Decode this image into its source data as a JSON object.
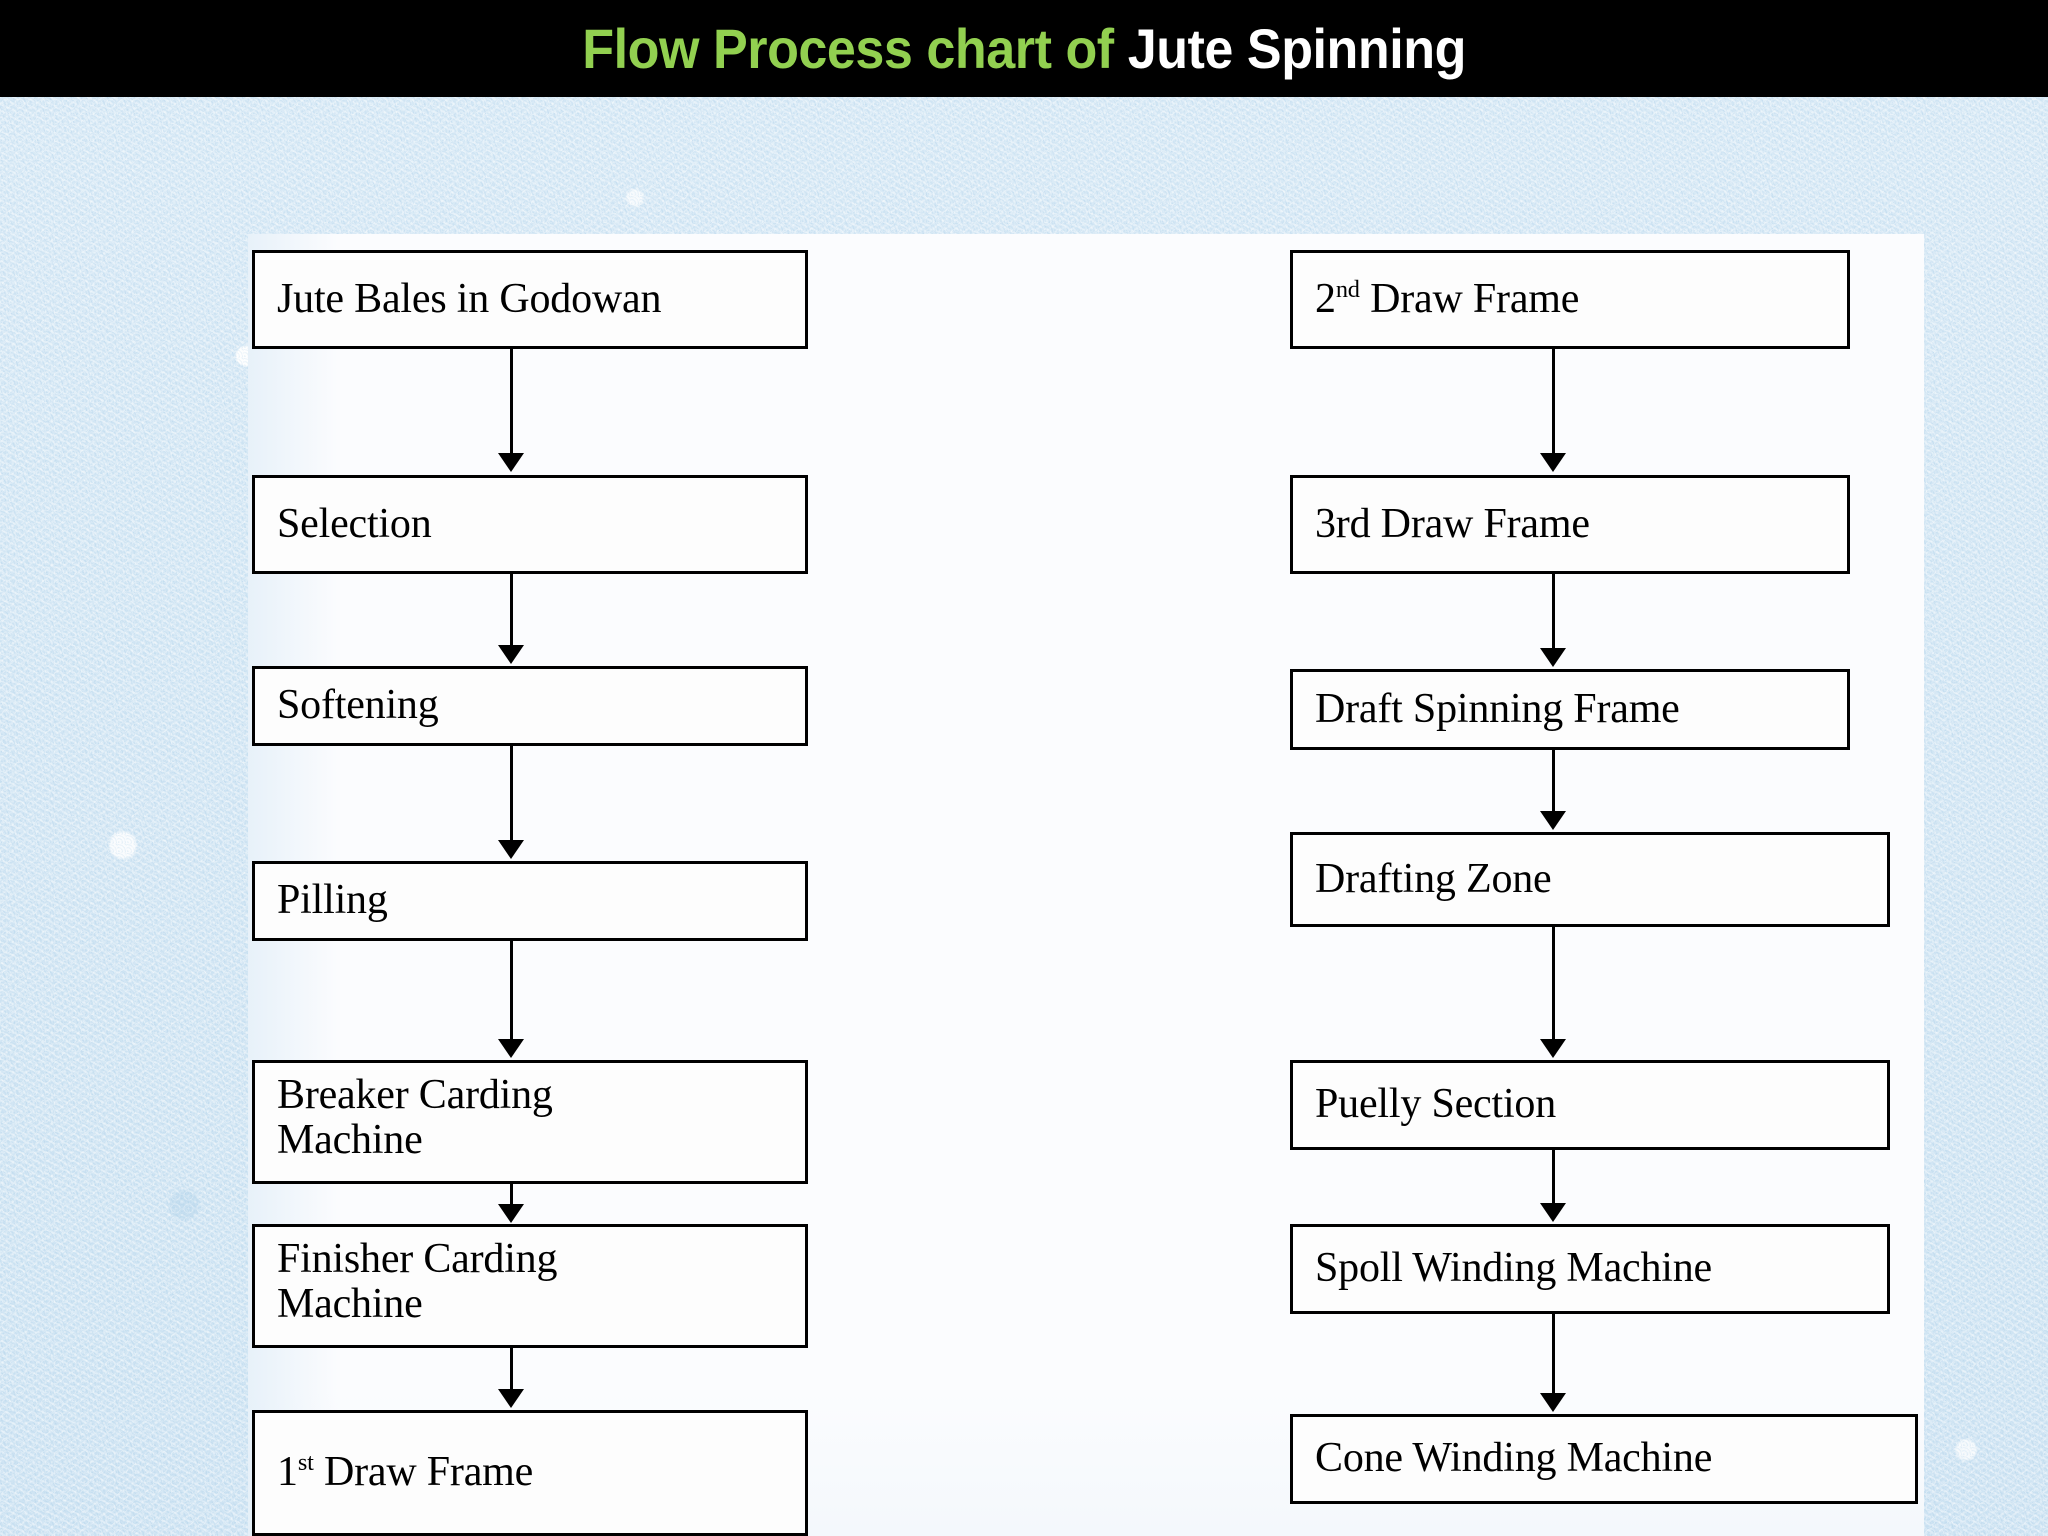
{
  "title": {
    "part_green": "Flow Process chart of ",
    "part_white": "Jute Spinning",
    "full": "Flow Process chart of Jute Spinning",
    "banner_color": "#000000",
    "green_color": "#92d050",
    "white_color": "#ffffff"
  },
  "theme": {
    "background_color": "#d7e8f5",
    "panel_color": "#fbfcfe",
    "node_fill": "#fdfdfd",
    "node_border": "#000000",
    "text_color": "#000000"
  },
  "chart_data": {
    "type": "flowchart",
    "title": "Flow Process chart of Jute Spinning",
    "orientation": "two-column-vertical",
    "columns": [
      {
        "name": "left-column",
        "nodes": [
          {
            "id": "jute-bales-in-godowan",
            "label": "Jute Bales in Godowan",
            "order": 1
          },
          {
            "id": "selection",
            "label": "Selection",
            "order": 2
          },
          {
            "id": "softening",
            "label": "Softening",
            "order": 3
          },
          {
            "id": "pilling",
            "label": "Pilling",
            "order": 4
          },
          {
            "id": "breaker-carding-machine",
            "label": " Breaker Carding\nMachine",
            "order": 5
          },
          {
            "id": "finisher-carding-machine",
            "label": "Finisher Carding\nMachine",
            "order": 6
          },
          {
            "id": "first-draw-frame",
            "label": "1st Draw Frame",
            "order": 7,
            "ordinal": "1",
            "ordinal_suffix": "st",
            "rest": " Draw Frame"
          }
        ]
      },
      {
        "name": "right-column",
        "nodes": [
          {
            "id": "second-draw-frame",
            "label": "2nd Draw Frame",
            "order": 8,
            "ordinal": "2",
            "ordinal_suffix": "nd",
            "rest": " Draw Frame"
          },
          {
            "id": "third-draw-frame",
            "label": "3rd Draw Frame",
            "order": 9
          },
          {
            "id": "draft-spinning-frame",
            "label": "Draft Spinning Frame",
            "order": 10
          },
          {
            "id": "drafting-zone",
            "label": "Drafting Zone",
            "order": 11
          },
          {
            "id": "puelly-section",
            "label": "Puelly Section",
            "order": 12
          },
          {
            "id": "spoll-winding-machine",
            "label": "Spoll Winding Machine",
            "order": 13
          },
          {
            "id": "cone-winding-machine",
            "label": "Cone Winding Machine",
            "order": 14
          }
        ]
      }
    ],
    "edges": [
      {
        "from": "jute-bales-in-godowan",
        "to": "selection"
      },
      {
        "from": "selection",
        "to": "softening"
      },
      {
        "from": "softening",
        "to": "pilling"
      },
      {
        "from": "pilling",
        "to": "breaker-carding-machine"
      },
      {
        "from": "breaker-carding-machine",
        "to": "finisher-carding-machine"
      },
      {
        "from": "finisher-carding-machine",
        "to": "first-draw-frame"
      },
      {
        "from": "second-draw-frame",
        "to": "third-draw-frame"
      },
      {
        "from": "third-draw-frame",
        "to": "draft-spinning-frame"
      },
      {
        "from": "draft-spinning-frame",
        "to": "drafting-zone"
      },
      {
        "from": "drafting-zone",
        "to": "puelly-section"
      },
      {
        "from": "puelly-section",
        "to": "spoll-winding-machine"
      },
      {
        "from": "spoll-winding-machine",
        "to": "cone-winding-machine"
      }
    ]
  }
}
